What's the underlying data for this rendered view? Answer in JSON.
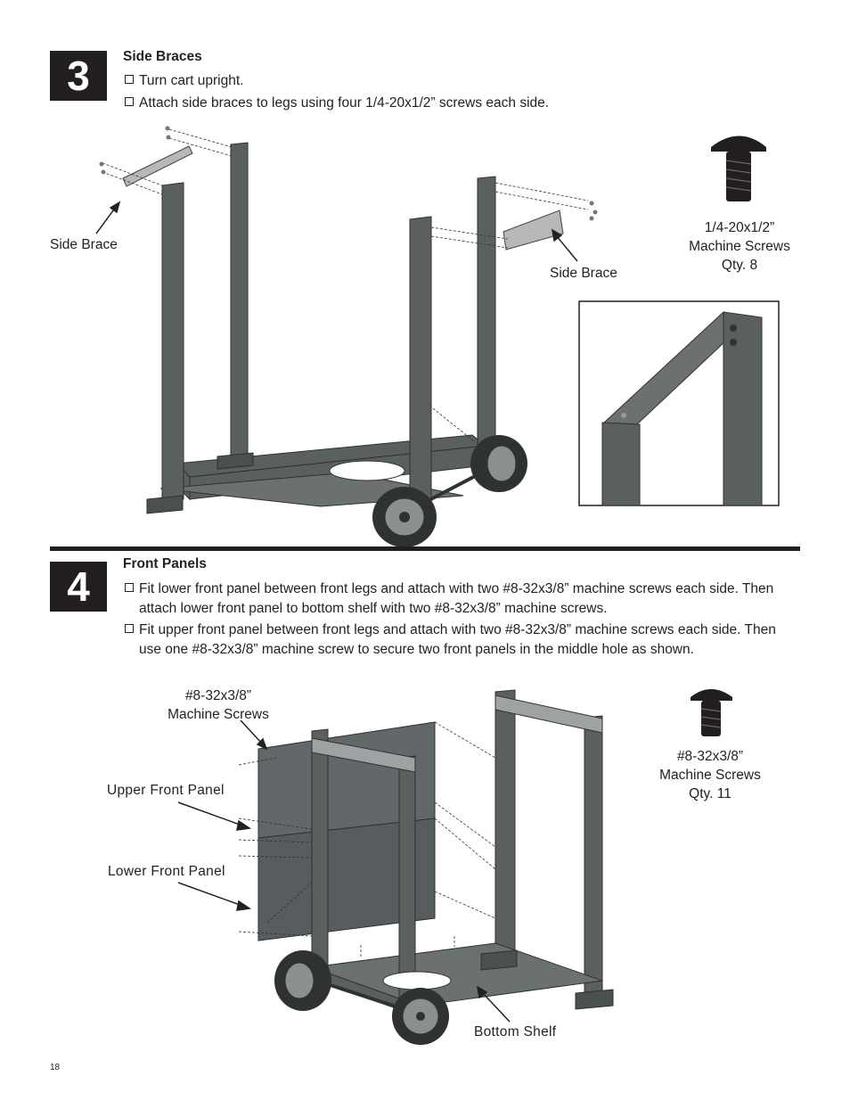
{
  "step3": {
    "number": "3",
    "title": "Side Braces",
    "bullets": [
      "Turn cart upright.",
      "Attach side braces to legs using four 1/4-20x1/2” screws each side."
    ],
    "label_side_brace_left": "Side Brace",
    "label_side_brace_right": "Side Brace",
    "screw_callout": [
      "1/4-20x1/2”",
      "Machine Screws",
      "Qty. 8"
    ]
  },
  "step4": {
    "number": "4",
    "title": "Front Panels",
    "bullets": [
      [
        "Fit lower front panel between front legs and attach with two #8-32x3/8” machine screws each side.  Then",
        "attach lower front panel to bottom shelf with two #8-32x3/8” machine screws."
      ],
      [
        "Fit upper front panel between front legs and attach with two #8-32x3/8” machine screws each side.  Then",
        "use one #8-32x3/8” machine screw to secure two front panels in the middle hole as shown."
      ]
    ],
    "label_screws": [
      "#8-32x3/8”",
      "Machine Screws"
    ],
    "label_upper_panel": "Upper Front Panel",
    "label_lower_panel": "Lower Front Panel",
    "label_bottom_shelf": "Bottom Shelf",
    "screw_callout": [
      "#8-32x3/8”",
      "Machine Screws",
      "Qty. 11"
    ]
  },
  "page_number": "18",
  "colors": {
    "frame": "#5a5f5f",
    "frame_dark": "#3d4242",
    "ink": "#231f20"
  }
}
